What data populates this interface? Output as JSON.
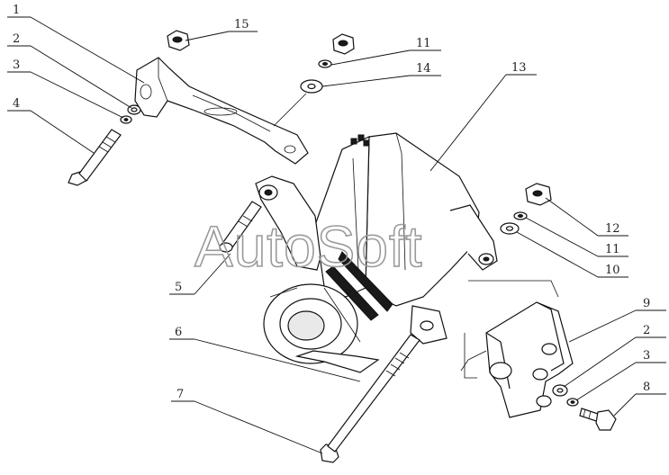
{
  "watermark": "AutoSoft",
  "callouts": [
    {
      "id": "c1",
      "label": "1"
    },
    {
      "id": "c2a",
      "label": "2"
    },
    {
      "id": "c3a",
      "label": "3"
    },
    {
      "id": "c4",
      "label": "4"
    },
    {
      "id": "c15",
      "label": "15"
    },
    {
      "id": "c11a",
      "label": "11"
    },
    {
      "id": "c14",
      "label": "14"
    },
    {
      "id": "c13",
      "label": "13"
    },
    {
      "id": "c12",
      "label": "12"
    },
    {
      "id": "c11b",
      "label": "11"
    },
    {
      "id": "c10",
      "label": "10"
    },
    {
      "id": "c5",
      "label": "5"
    },
    {
      "id": "c9",
      "label": "9"
    },
    {
      "id": "c2b",
      "label": "2"
    },
    {
      "id": "c3b",
      "label": "3"
    },
    {
      "id": "c6",
      "label": "6"
    },
    {
      "id": "c7",
      "label": "7"
    },
    {
      "id": "c8",
      "label": "8"
    }
  ]
}
